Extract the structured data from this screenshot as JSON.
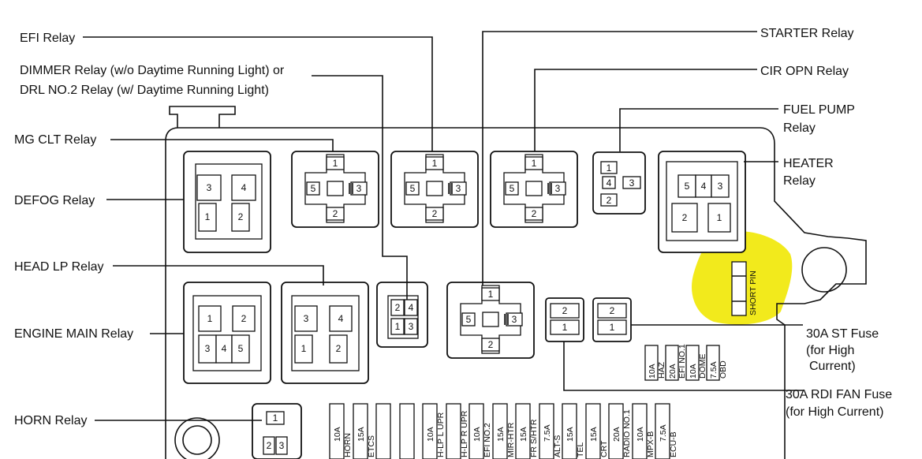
{
  "labels": {
    "efi_relay": "EFI Relay",
    "dimmer_relay_line1": "DIMMER Relay (w/o Daytime Running Light) or",
    "dimmer_relay_line2": "DRL NO.2 Relay (w/ Daytime Running Light)",
    "mg_clt_relay": "MG CLT Relay",
    "defog_relay": "DEFOG Relay",
    "head_lp_relay": "HEAD LP Relay",
    "engine_main_relay": "ENGINE MAIN Relay",
    "horn_relay": "HORN Relay",
    "starter_relay": "STARTER Relay",
    "cir_opn_relay": "CIR OPN Relay",
    "fuel_pump_line1": "FUEL PUMP",
    "fuel_pump_line2": "Relay",
    "heater_line1": "HEATER",
    "heater_line2": "Relay",
    "st_fuse_line1": "30A ST Fuse",
    "st_fuse_line2": "(for High",
    "st_fuse_line3": "Current)",
    "rdi_fuse_line1": "30A RDI FAN Fuse",
    "rdi_fuse_line2": "(for High Current)"
  },
  "short_pin": "SHORT PIN",
  "highlight_color": "#f2ea1c",
  "pins": {
    "defog": [
      "3",
      "4",
      "1",
      "2"
    ],
    "head_lp": [
      "3",
      "4",
      "1",
      "2"
    ],
    "engine_main": [
      "1",
      "2",
      "3",
      "4",
      "5"
    ],
    "heater": [
      "5",
      "4",
      "3",
      "2",
      "1"
    ],
    "cross": [
      "1",
      "5",
      "3",
      "2"
    ],
    "fuel_pump": [
      "1",
      "4",
      "3",
      "2"
    ],
    "small_relay": [
      "2",
      "4",
      "1",
      "3"
    ],
    "horn": [
      "1",
      "2",
      "3"
    ],
    "hl_fuses": [
      "2",
      "1"
    ]
  },
  "right_fuses": [
    {
      "amp": "10A",
      "name": "HAZ"
    },
    {
      "amp": "20A",
      "name": "EFI NO.1"
    },
    {
      "amp": "10A",
      "name": "DOME"
    },
    {
      "amp": "7.5A",
      "name": "OBD"
    }
  ],
  "bottom_fuses": [
    {
      "amp": "10A",
      "name": "HORN"
    },
    {
      "amp": "15A",
      "name": "ETCS"
    },
    {
      "amp": "",
      "name": ""
    },
    {
      "amp": "",
      "name": ""
    },
    {
      "amp": "10A",
      "name": "H-LP L UPR"
    },
    {
      "amp": "",
      "name": "H-LP R UPR"
    },
    {
      "amp": "10A",
      "name": "EFI NO.2"
    },
    {
      "amp": "15A",
      "name": "MIR-HTR"
    },
    {
      "amp": "15A",
      "name": "FR S/HTR"
    },
    {
      "amp": "7.5A",
      "name": "ALT-S"
    },
    {
      "amp": "15A",
      "name": "TEL"
    },
    {
      "amp": "15A",
      "name": "CRT"
    },
    {
      "amp": "20A",
      "name": "RADIO NO.1"
    },
    {
      "amp": "10A",
      "name": "MPX-B"
    },
    {
      "amp": "7.5A",
      "name": "ECU-B"
    }
  ]
}
